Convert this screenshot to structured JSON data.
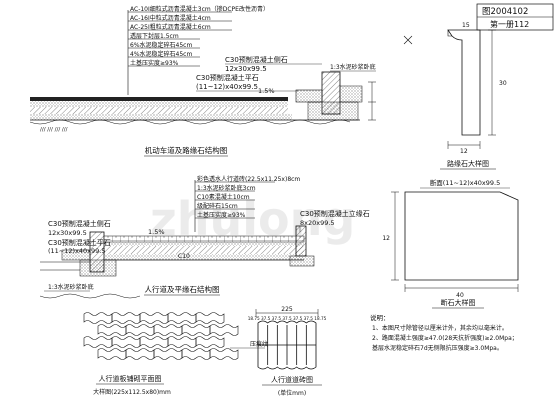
{
  "header": {
    "drawing_no": "图2004102",
    "sheet": "第一册112"
  },
  "section_vehicle": {
    "layers": [
      "AC-10I细粒式沥青混凝土3cm（掺DCPE改性沥青）",
      "AC-16I中粒式沥青混凝土4cm",
      "AC-25I粗粒式沥青混凝土6cm",
      "透层下封层1.5cm",
      "6%水泥稳定碎石45cm",
      "4%水泥稳定碎石45cm",
      "土基压实度≥93%"
    ],
    "curb_label": "C30预制混凝土侧石",
    "curb_size": "12x30x99.5",
    "gutter_label": "C30预制混凝土平石",
    "gutter_size": "(11~12)x40x99.5",
    "mortar": "1:3水泥砂浆卧底",
    "slope": "1.5%",
    "title": "机动车道及路缘石结构图"
  },
  "section_sidewalk": {
    "layers": [
      "彩色透水人行道砖(22.5x11.25x)8cm",
      "1:3水泥砂浆卧底3cm",
      "C10素混凝土10cm",
      "级配碎石15cm",
      "土基压实度≥93%"
    ],
    "left_curb_label": "C30预制混凝土侧石",
    "left_curb_size": "12x30x99.5",
    "left_gutter_label": "C30预制混凝土平石",
    "left_gutter_size": "(11~12)x40x99.5",
    "right_curb_label": "C30预制混凝土立缘石",
    "right_curb_size": "8x20x99.5",
    "concrete": "C10",
    "mortar": "1:3水泥砂浆卧底",
    "slope": "1.5%",
    "title": "人行道及平缘石结构图"
  },
  "curb_detail": {
    "dims": [
      "12",
      "30",
      "15"
    ],
    "title": "路缘石大样图"
  },
  "gutter_detail": {
    "label": "断面(11~12)x40x99.5",
    "dims": [
      "12",
      "40"
    ],
    "title": "断石大样图"
  },
  "notes": {
    "title": "说明：",
    "lines": [
      "1、本图尺寸除管径以厘米计外，其余均以毫米计。",
      "2、路面混凝土强度≥47.0(28天抗折强度)≥2.0Mpa；",
      "   基层水泥稳定碎石7d无侧限抗压强度≥3.0Mpa。"
    ]
  },
  "paver_plan": {
    "label_right": "压痕纹",
    "title": "人行道板铺砌平面图",
    "subtitle": "大样图(225x112.5x80)mm"
  },
  "paver_detail": {
    "dim_top": "225",
    "dim_row": "18.75 37.5 37.5 37.5 37.5 37.5 18.75",
    "title": "人行道道砖图",
    "subtitle": "(单位mm)"
  },
  "watermark": "zhulong"
}
